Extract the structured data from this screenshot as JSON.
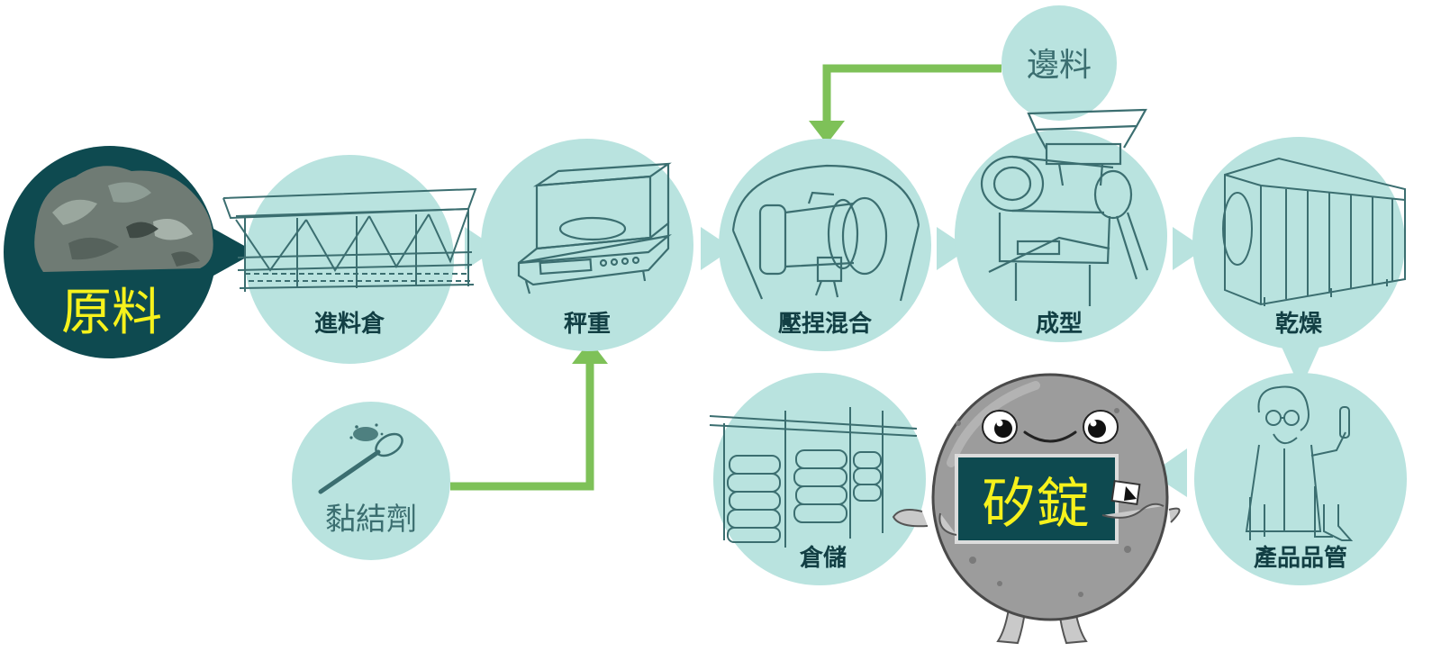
{
  "colors": {
    "circle": "#b9e3df",
    "raw_circle": "#0e4a50",
    "line_art": "#3b6e70",
    "label": "#123f44",
    "raw_label": "#f6f21c",
    "arrow": "#7ec158",
    "mascot_body": "#9c9c9c",
    "mascot_sign": "#0e4a50",
    "mascot_text": "#f6f21c"
  },
  "stages": {
    "raw": {
      "label": "原料",
      "icon": "ore-pile-icon"
    },
    "hopper": {
      "label": "進料倉",
      "icon": "feed-hopper-icon"
    },
    "weigh": {
      "label": "秤重",
      "icon": "scale-icon"
    },
    "mix": {
      "label": "壓捏混合",
      "icon": "mixer-icon"
    },
    "form": {
      "label": "成型",
      "icon": "briquette-press-icon"
    },
    "dry": {
      "label": "乾燥",
      "icon": "drying-oven-icon"
    },
    "qc": {
      "label": "產品品管",
      "icon": "scientist-icon"
    },
    "store": {
      "label": "倉儲",
      "icon": "warehouse-rack-icon"
    },
    "binder": {
      "label": "黏結劑",
      "icon": "spoon-powder-icon"
    },
    "trim": {
      "label": "邊料"
    }
  },
  "mascot": {
    "sign_text": "矽錠",
    "icon": "mascot-ball-icon"
  }
}
